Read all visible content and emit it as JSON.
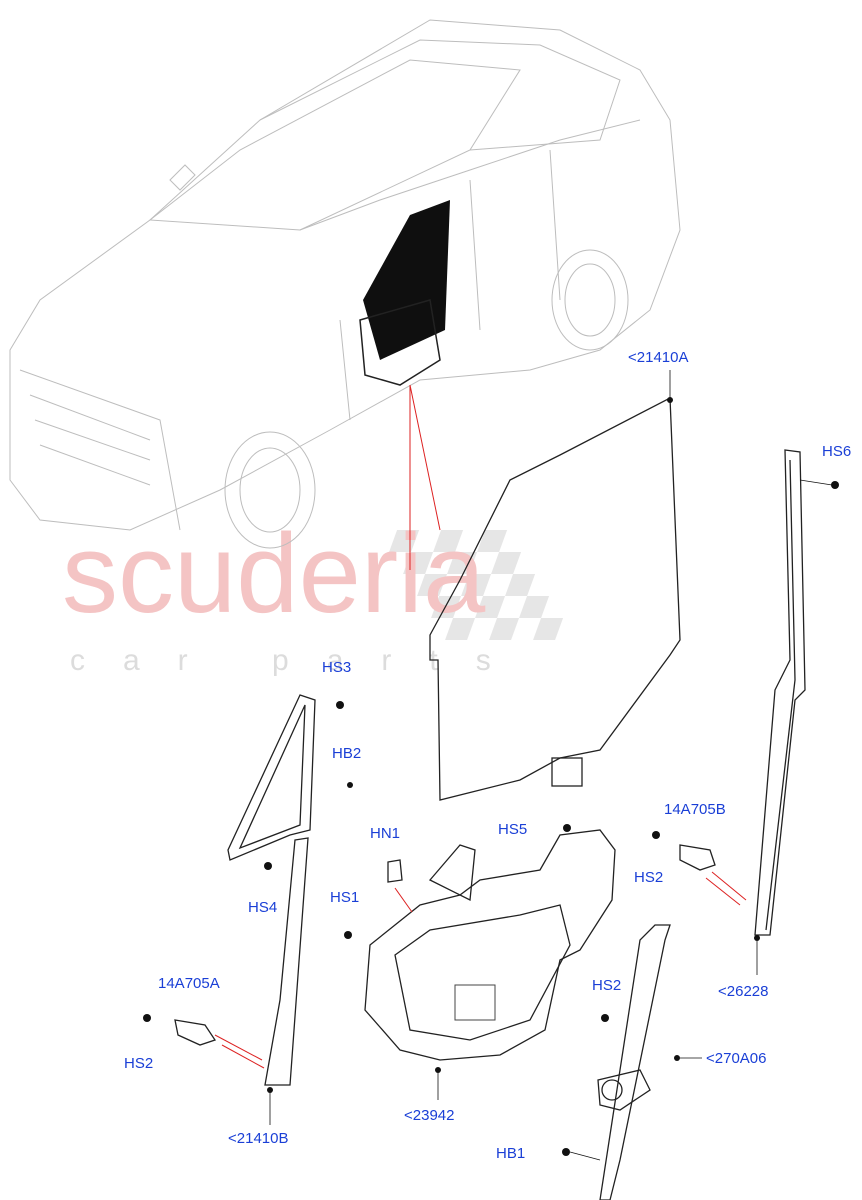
{
  "watermark": {
    "brand": "scuderia",
    "tagline": "car parts"
  },
  "callouts": {
    "p21410A": "<21410A",
    "hs6": "HS6",
    "hs3": "HS3",
    "hb2": "HB2",
    "hn1": "HN1",
    "hs5": "HS5",
    "p14A705B": "14A705B",
    "hs2_right": "HS2",
    "hs4": "HS4",
    "hs1": "HS1",
    "p26228": "<26228",
    "p14A705A": "14A705A",
    "hs2_left": "HS2",
    "hs2_mid": "HS2",
    "p270A06": "<270A06",
    "p21410B": "<21410B",
    "p23942": "<23942",
    "hb1": "HB1"
  }
}
